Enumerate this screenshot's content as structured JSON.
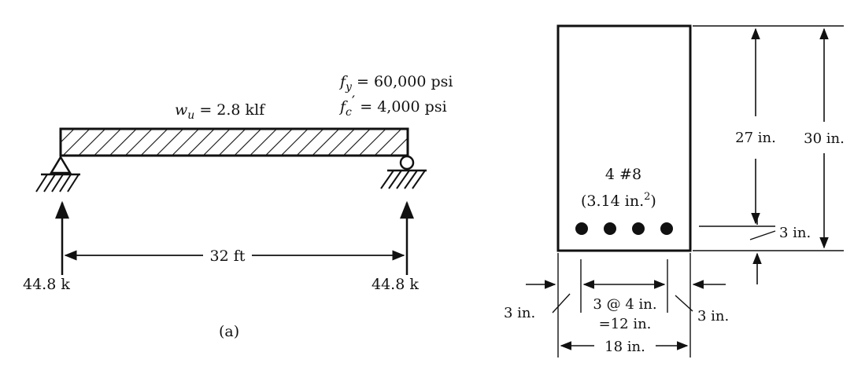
{
  "beam": {
    "load_symbol": "w",
    "load_subscript": "u",
    "load_value": " = 2.8 klf",
    "fy_symbol": "f",
    "fy_subscript": "y",
    "fy_value": " = 60,000 psi",
    "fc_symbol": "f",
    "fc_subscript": "c",
    "fc_prime": "′",
    "fc_value": " = 4,000 psi",
    "span": "32 ft",
    "reaction_left": "44.8 k",
    "reaction_right": "44.8 k",
    "caption": "(a)"
  },
  "section": {
    "effective_depth": "27 in.",
    "total_height": "30 in.",
    "bar_label": "4 #8",
    "bar_area_prefix": "(3.14 in.",
    "bar_area_exp": "2",
    "bar_area_suffix": ")",
    "cover_bottom": "3 in.",
    "edge_left": "3 in.",
    "spacing_line1": "3 @ 4 in.",
    "spacing_line2": "=12 in.",
    "edge_right": "3 in.",
    "width": "18 in.",
    "bar_count": 4
  }
}
